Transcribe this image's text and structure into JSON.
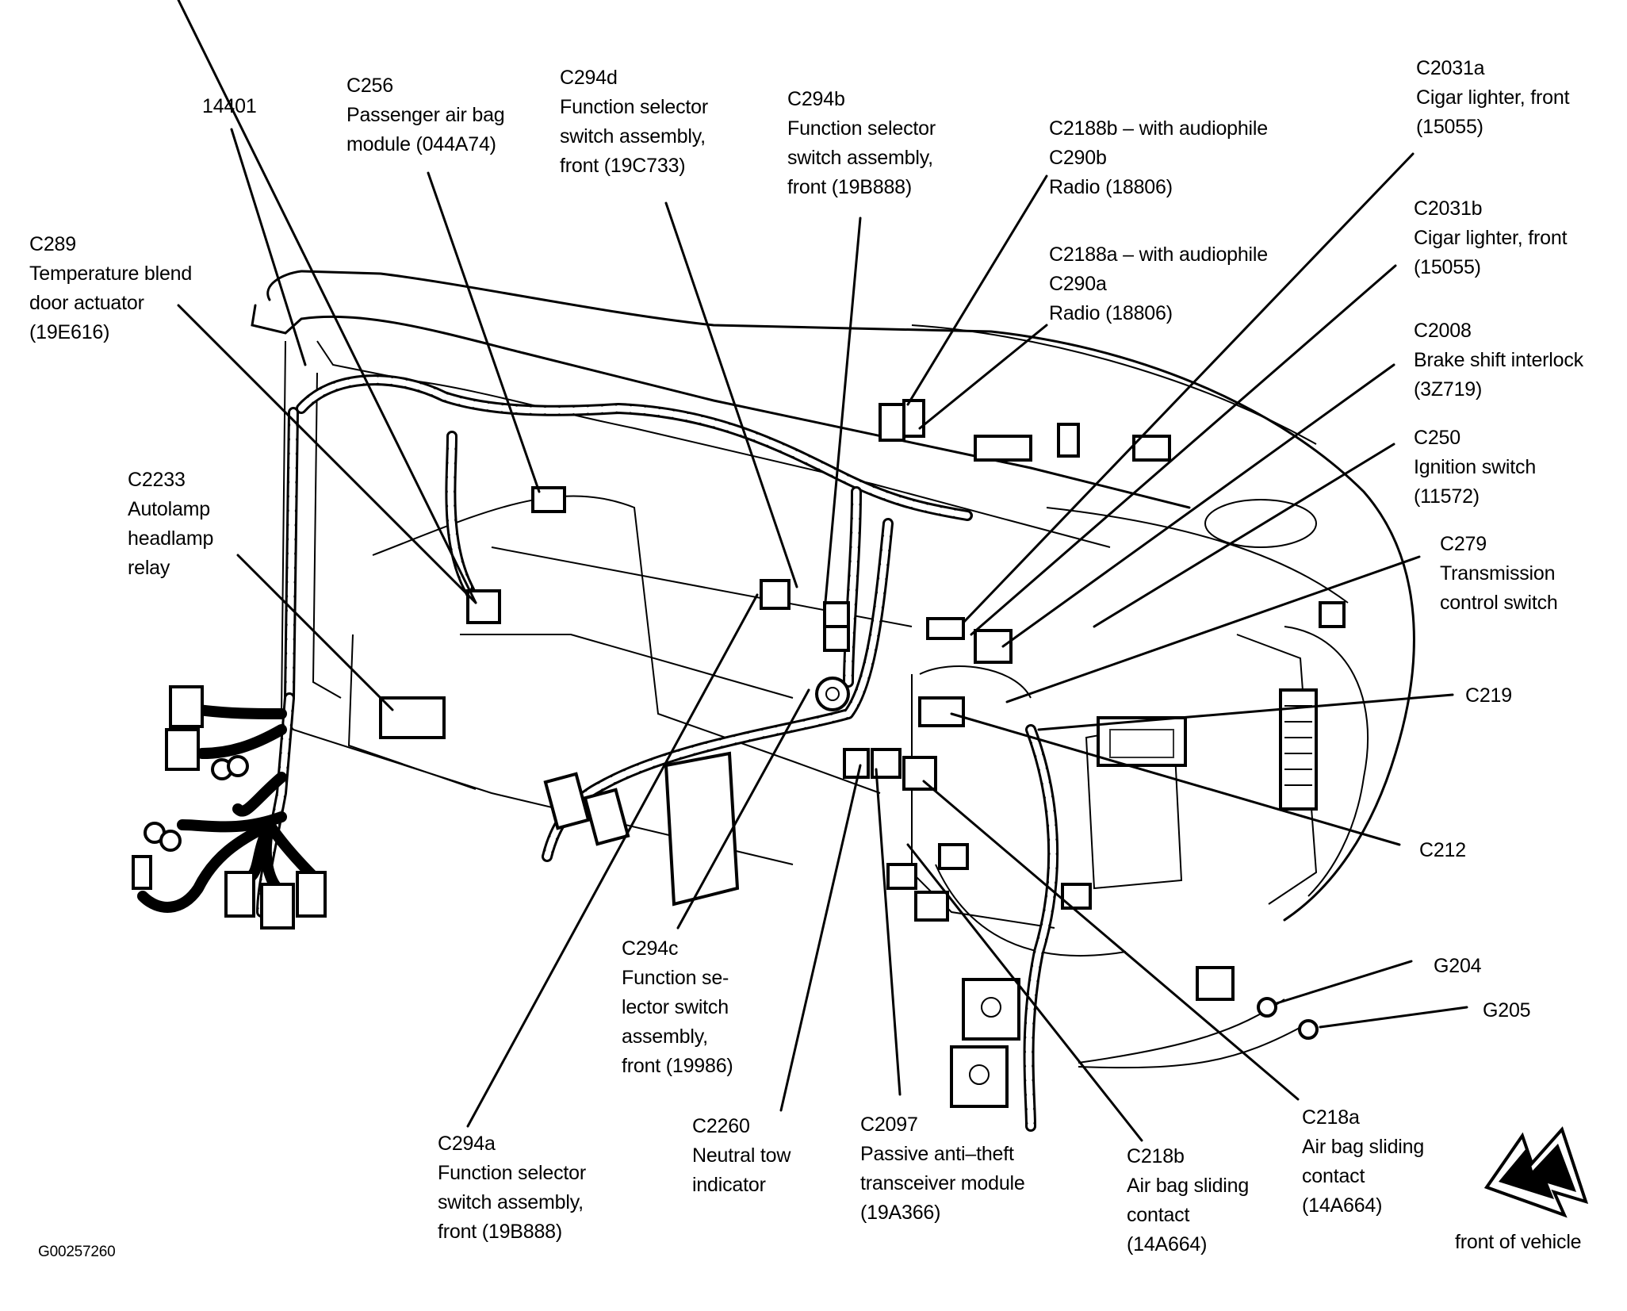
{
  "figure": {
    "id": "G00257260",
    "orientation_note": "front of vehicle"
  },
  "callouts": [
    {
      "key": "c289",
      "lines": [
        "C289",
        "Temperature blend",
        "door actuator",
        "(19E616)"
      ]
    },
    {
      "key": "n14401",
      "lines": [
        "14401"
      ]
    },
    {
      "key": "c256",
      "lines": [
        "C256",
        "Passenger air bag",
        "module (044A74)"
      ]
    },
    {
      "key": "c294d",
      "lines": [
        "C294d",
        "Function selector",
        "switch assembly,",
        "front (19C733)"
      ]
    },
    {
      "key": "c294b",
      "lines": [
        "C294b",
        "Function selector",
        "switch assembly,",
        "front (19B888)"
      ]
    },
    {
      "key": "c2188b",
      "lines": [
        "C2188b – with audiophile",
        "C290b",
        "Radio (18806)"
      ]
    },
    {
      "key": "c2188a",
      "lines": [
        "C2188a – with audiophile",
        "C290a",
        "Radio (18806)"
      ]
    },
    {
      "key": "c2031a",
      "lines": [
        "C2031a",
        "Cigar lighter, front",
        "(15055)"
      ]
    },
    {
      "key": "c2031b",
      "lines": [
        "C2031b",
        "Cigar lighter, front",
        "(15055)"
      ]
    },
    {
      "key": "c2008",
      "lines": [
        "C2008",
        "Brake shift interlock",
        "(3Z719)"
      ]
    },
    {
      "key": "c250",
      "lines": [
        "C250",
        "Ignition switch",
        "(11572)"
      ]
    },
    {
      "key": "c279",
      "lines": [
        "C279",
        "Transmission",
        "control switch"
      ]
    },
    {
      "key": "c219",
      "lines": [
        "C219"
      ]
    },
    {
      "key": "c212",
      "lines": [
        "C212"
      ]
    },
    {
      "key": "g204",
      "lines": [
        "G204"
      ]
    },
    {
      "key": "g205",
      "lines": [
        "G205"
      ]
    },
    {
      "key": "c2233",
      "lines": [
        "C2233",
        "Autolamp",
        "headlamp",
        "relay"
      ]
    },
    {
      "key": "c294c",
      "lines": [
        "C294c",
        "Function se-",
        "lector switch",
        "assembly,",
        "front (19986)"
      ]
    },
    {
      "key": "c294a",
      "lines": [
        "C294a",
        "Function selector",
        "switch assembly,",
        "front (19B888)"
      ]
    },
    {
      "key": "c2260",
      "lines": [
        "C2260",
        "Neutral tow",
        "indicator"
      ]
    },
    {
      "key": "c2097",
      "lines": [
        "C2097",
        "Passive anti–theft",
        "transceiver module",
        "(19A366)"
      ]
    },
    {
      "key": "c218b",
      "lines": [
        "C218b",
        "Air bag sliding",
        "contact",
        "(14A664)"
      ]
    },
    {
      "key": "c218a",
      "lines": [
        "C218a",
        "Air bag sliding",
        "contact",
        "(14A664)"
      ]
    }
  ],
  "icons": {
    "front_arrow": "front-of-vehicle-arrow-icon"
  }
}
